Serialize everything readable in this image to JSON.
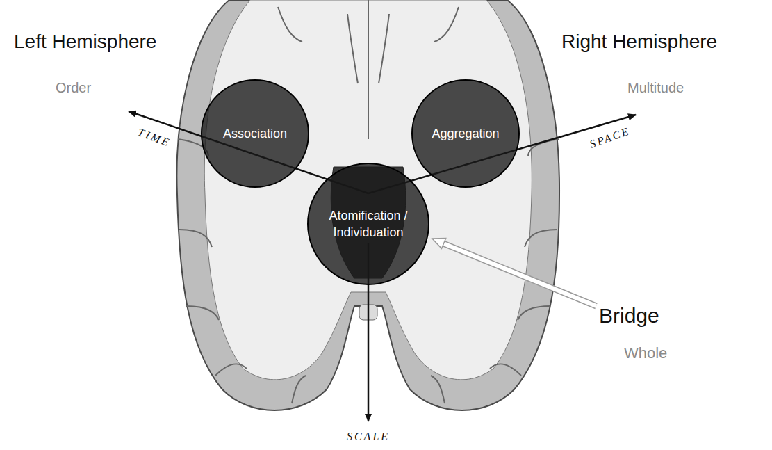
{
  "diagram": {
    "nodes": [
      {
        "text": [
          "Association"
        ]
      },
      {
        "text": [
          "Aggregation"
        ]
      },
      {
        "text": [
          "Atomification / Individuation"
        ]
      }
    ],
    "labels": [
      "Left Hemisphere",
      "Order",
      "Right Hemisphere",
      "Multitude",
      "TIME",
      "SPACE",
      "SCALE",
      "Bridge",
      "Whole"
    ]
  }
}
